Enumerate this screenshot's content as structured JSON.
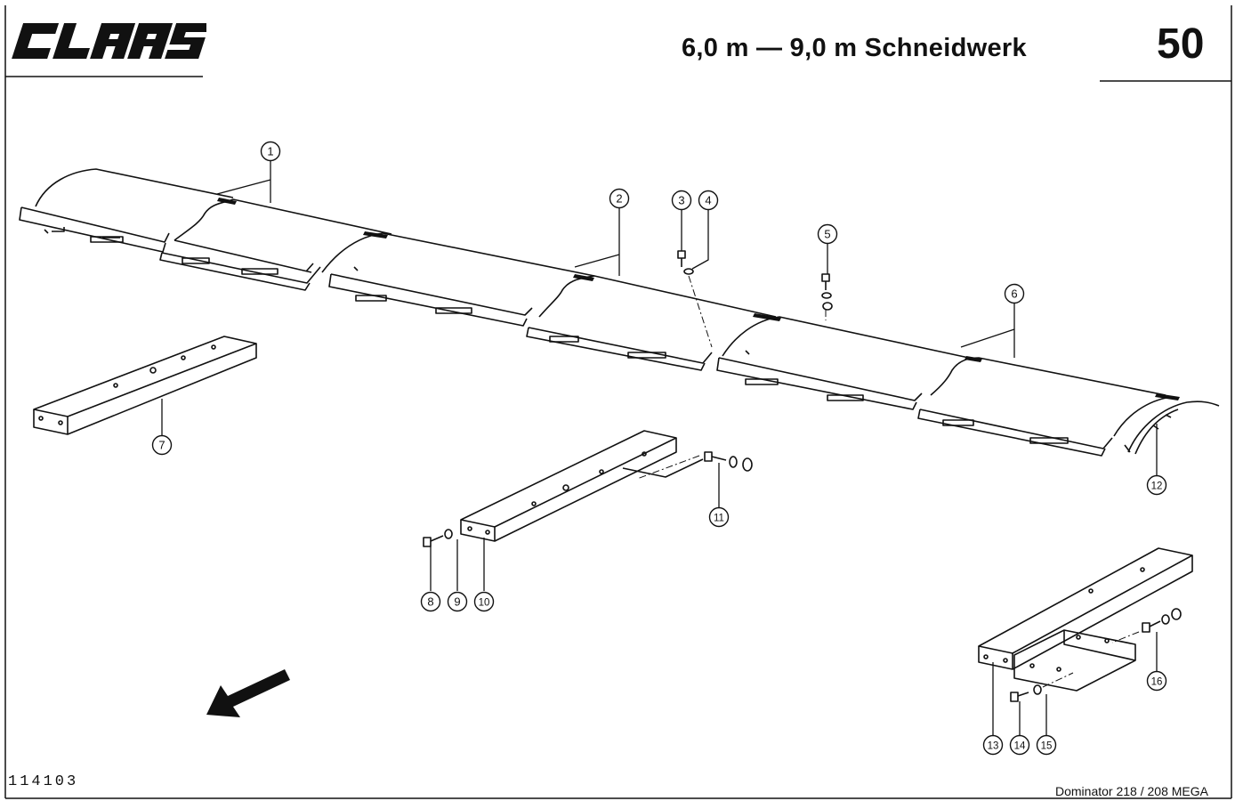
{
  "header": {
    "brand": "CLAAS",
    "title": "6,0 m — 9,0 m Schneidwerk",
    "page_number": "50"
  },
  "footer": {
    "drawing_number": "114103",
    "model": "Dominator 218 / 208 MEGA"
  },
  "callouts": [
    "1",
    "2",
    "3",
    "4",
    "5",
    "6",
    "7",
    "8",
    "9",
    "10",
    "11",
    "12",
    "13",
    "14",
    "15",
    "16"
  ]
}
